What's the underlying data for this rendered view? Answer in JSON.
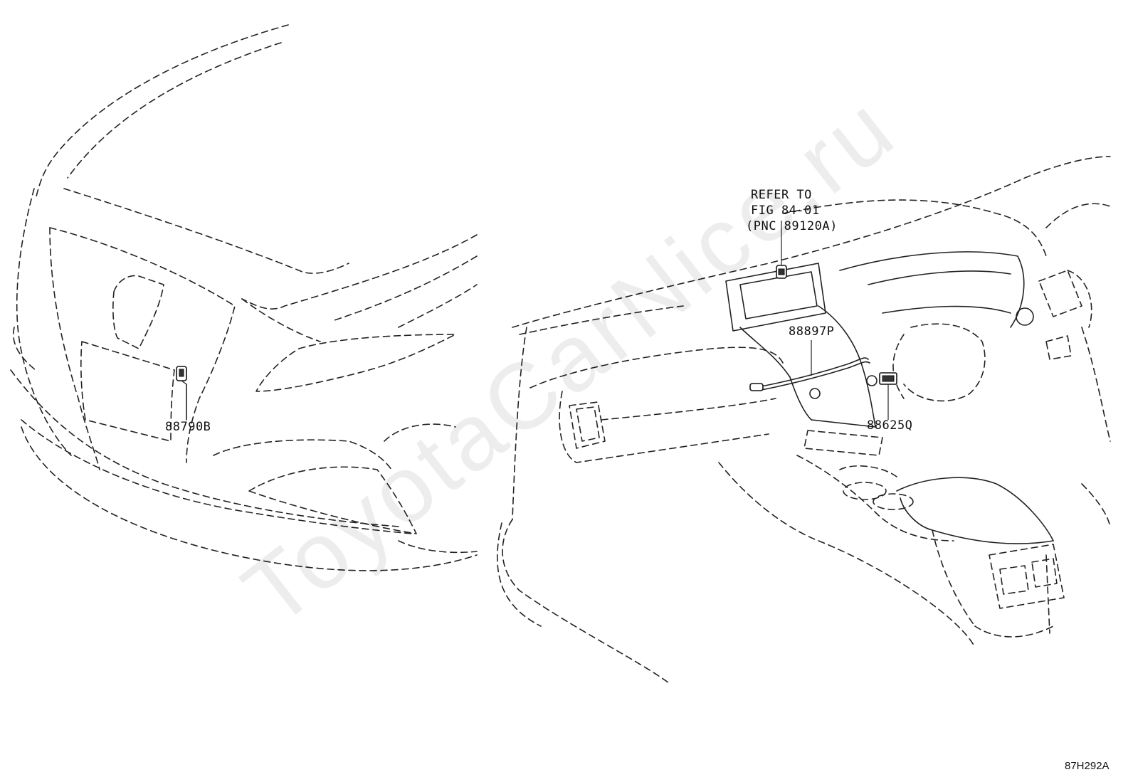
{
  "watermark": "ToyotaCarNice.ru",
  "figure_code": "87H292A",
  "callouts": {
    "refer_line1": "REFER TO",
    "refer_line2": "FIG 84-01",
    "refer_line3": "(PNC 89120A)",
    "part_front_sensor": "88790B",
    "part_dash_cable": "88897P",
    "part_dash_connector": "88625Q"
  }
}
